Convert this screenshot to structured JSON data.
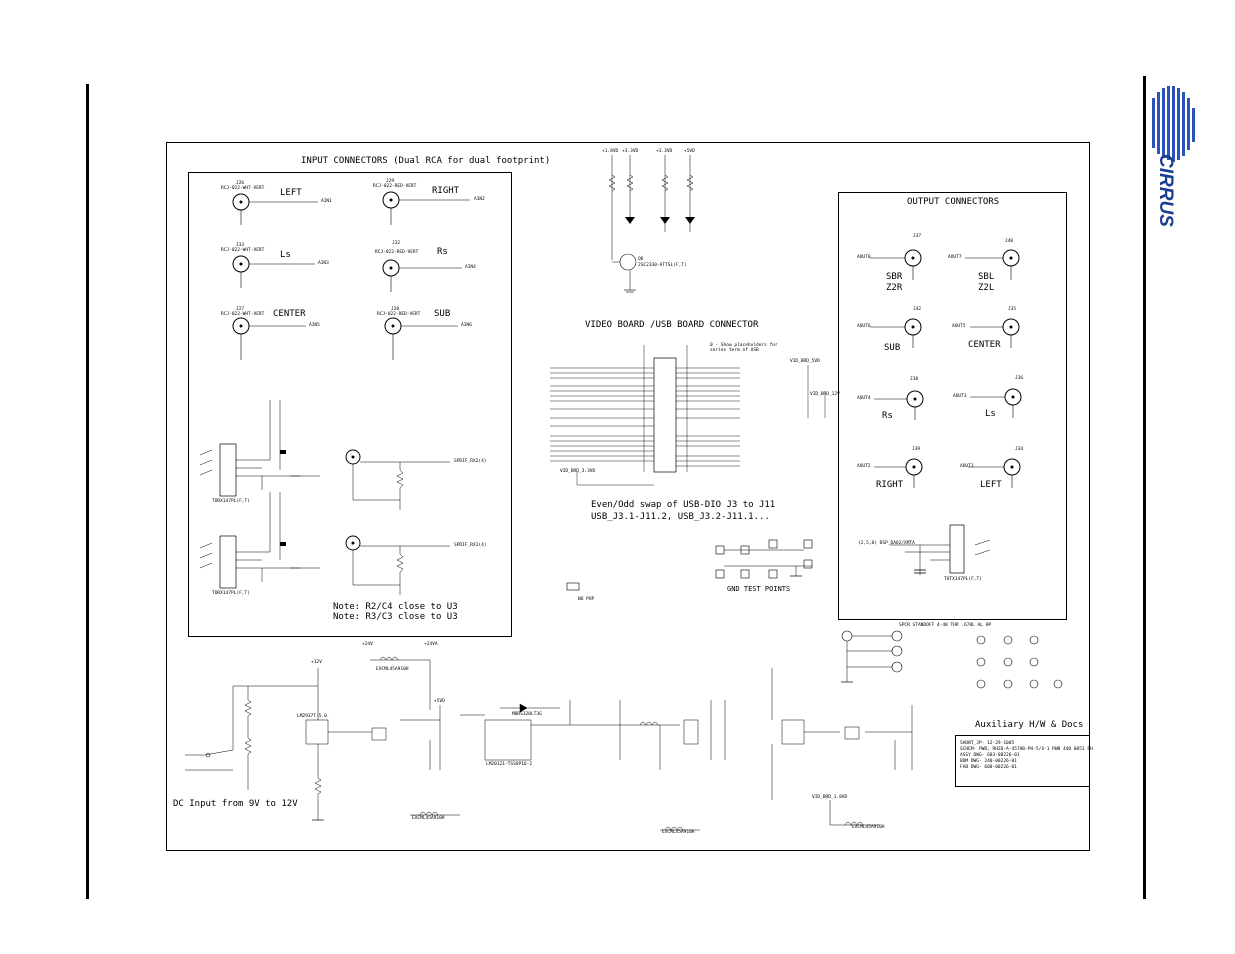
{
  "sections": {
    "input_title": "INPUT CONNECTORS   (Dual RCA for dual footprint)",
    "output_title": "OUTPUT CONNECTORS",
    "video_title": "VIDEO BOARD /USB BOARD CONNECTOR",
    "aux_title": "Auxiliary H/W & Docs",
    "dc_input": "DC Input from 9V to 12V",
    "gnd_test_points": "GND TEST POINTS",
    "swap_note_1": "Even/Odd swap of USB-DIO J3 to J11",
    "swap_note_2": "USB_J3.1-J11.2, USB_J3.2-J11.1...",
    "note_1": "Note: R2/C4 close to U3",
    "note_2": "Note: R3/C3 close to U3",
    "no_pop": "NO POP"
  },
  "input_channels": [
    {
      "label": "LEFT",
      "ref": "J26",
      "part": "RCJ-022-WHT-VERT",
      "signal": "AIN1"
    },
    {
      "label": "RIGHT",
      "ref": "J29",
      "part": "RCJ-022-RED-VERT",
      "signal": "AIN2"
    },
    {
      "label": "Ls",
      "ref": "J33",
      "part": "RCJ-022-WHT-VERT",
      "signal": "AIN3"
    },
    {
      "label": "Rs",
      "ref": "J32",
      "part": "RCJ-022-RED-VERT",
      "signal": "AIN4"
    },
    {
      "label": "CENTER",
      "ref": "J27",
      "part": "RCJ-022-WHT-VERT",
      "signal": "AIN5"
    },
    {
      "label": "SUB",
      "ref": "J28",
      "part": "RCJ-022-RED-VERT",
      "signal": "AIN6"
    }
  ],
  "output_channels": [
    {
      "label": "SBR",
      "label2": "Z2R",
      "ref": "J37",
      "signal": "AOUT8"
    },
    {
      "label": "SBL",
      "label2": "Z2L",
      "ref": "J40",
      "signal": "AOUT7"
    },
    {
      "label": "SUB",
      "label2": "",
      "ref": "J42",
      "signal": "AOUT6"
    },
    {
      "label": "CENTER",
      "label2": "",
      "ref": "J35",
      "signal": "AOUT5"
    },
    {
      "label": "Rs",
      "label2": "",
      "ref": "J38",
      "signal": "AOUT4"
    },
    {
      "label": "Ls",
      "label2": "",
      "ref": "J36",
      "signal": "AOUT3"
    },
    {
      "label": "RIGHT",
      "label2": "",
      "ref": "J39",
      "signal": "AOUT2"
    },
    {
      "label": "LEFT",
      "label2": "",
      "ref": "J34",
      "signal": "AOUT1"
    }
  ],
  "rails": [
    "+1.8VD",
    "+3.3VD",
    "+3.3VD",
    "+5VD",
    "+12V",
    "+24V",
    "+24VA",
    "+5VD"
  ],
  "parts": {
    "transistor": "Q6",
    "transistor_part": "2SC2330-ATTSL(F,T)",
    "toslink_in": "TORX147PL(F,T)",
    "toslink_out": "TOTX147PL(F,T)",
    "regulator": "LM2937T-5.0",
    "buck": "LM20121-TSSOP16-2",
    "diode": "MBRS320LT3G",
    "ferrite": "EXCML45A910H"
  },
  "misc_labels": {
    "spdif_rx2": "SPDIF_RX2(4)",
    "spdif_rx1": "SPDIF_RX1(4)",
    "dsp_dao2": "(2,5,8) DSP_DAO2/XMTA",
    "vd_brd_3v3": "VID_BRD_3.3VD",
    "vid_brd_12v": "VID_BRD_12V",
    "vid_brd_5vd": "VID_BRD_5VD",
    "vid_brd_1v8": "VID_BRD_1.8VD",
    "placeholder_note": "0 - Show placeholders for series term of USB",
    "standoff_note": "SPCR STANDOFF 4-40 THR .670L AL HP",
    "doc_lines": [
      "SHUNT_JP- 12-29-1005",
      "SCHEM- PWB, RH2D-A-457HB-PH-5/4-1 PWB 440 0051 PH",
      "ASSY DWG- 603-00226-01",
      "BOM DWG- 240-00226-01",
      "FAB DWG- 600-00226-01"
    ]
  },
  "logo": {
    "text": "CIRRUS",
    "color": "#1b3d8f"
  }
}
